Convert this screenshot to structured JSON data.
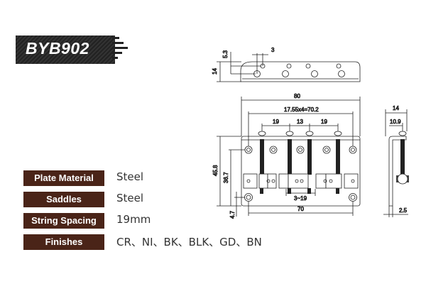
{
  "model": "BYB902",
  "specs": [
    {
      "label": "Plate Material",
      "value": "Steel"
    },
    {
      "label": "Saddles",
      "value": "Steel"
    },
    {
      "label": "String Spacing",
      "value": "19mm"
    },
    {
      "label": "Finishes",
      "value": "CR、NI、BK、BLK、GD、BN"
    }
  ],
  "dimensions": {
    "d53": "5.3",
    "d3": "3",
    "d14top": "14",
    "d80": "80",
    "d1755": "17.55x4=70.2",
    "d19a": "19",
    "d13": "13",
    "d19b": "19",
    "d458": "45.8",
    "d367": "36.7",
    "d47": "4.7",
    "d319": "3~19",
    "d70": "70",
    "d14side": "14",
    "d109": "10.9",
    "d25": "2.5"
  },
  "colors": {
    "label_bg": "#4a2418"
  }
}
